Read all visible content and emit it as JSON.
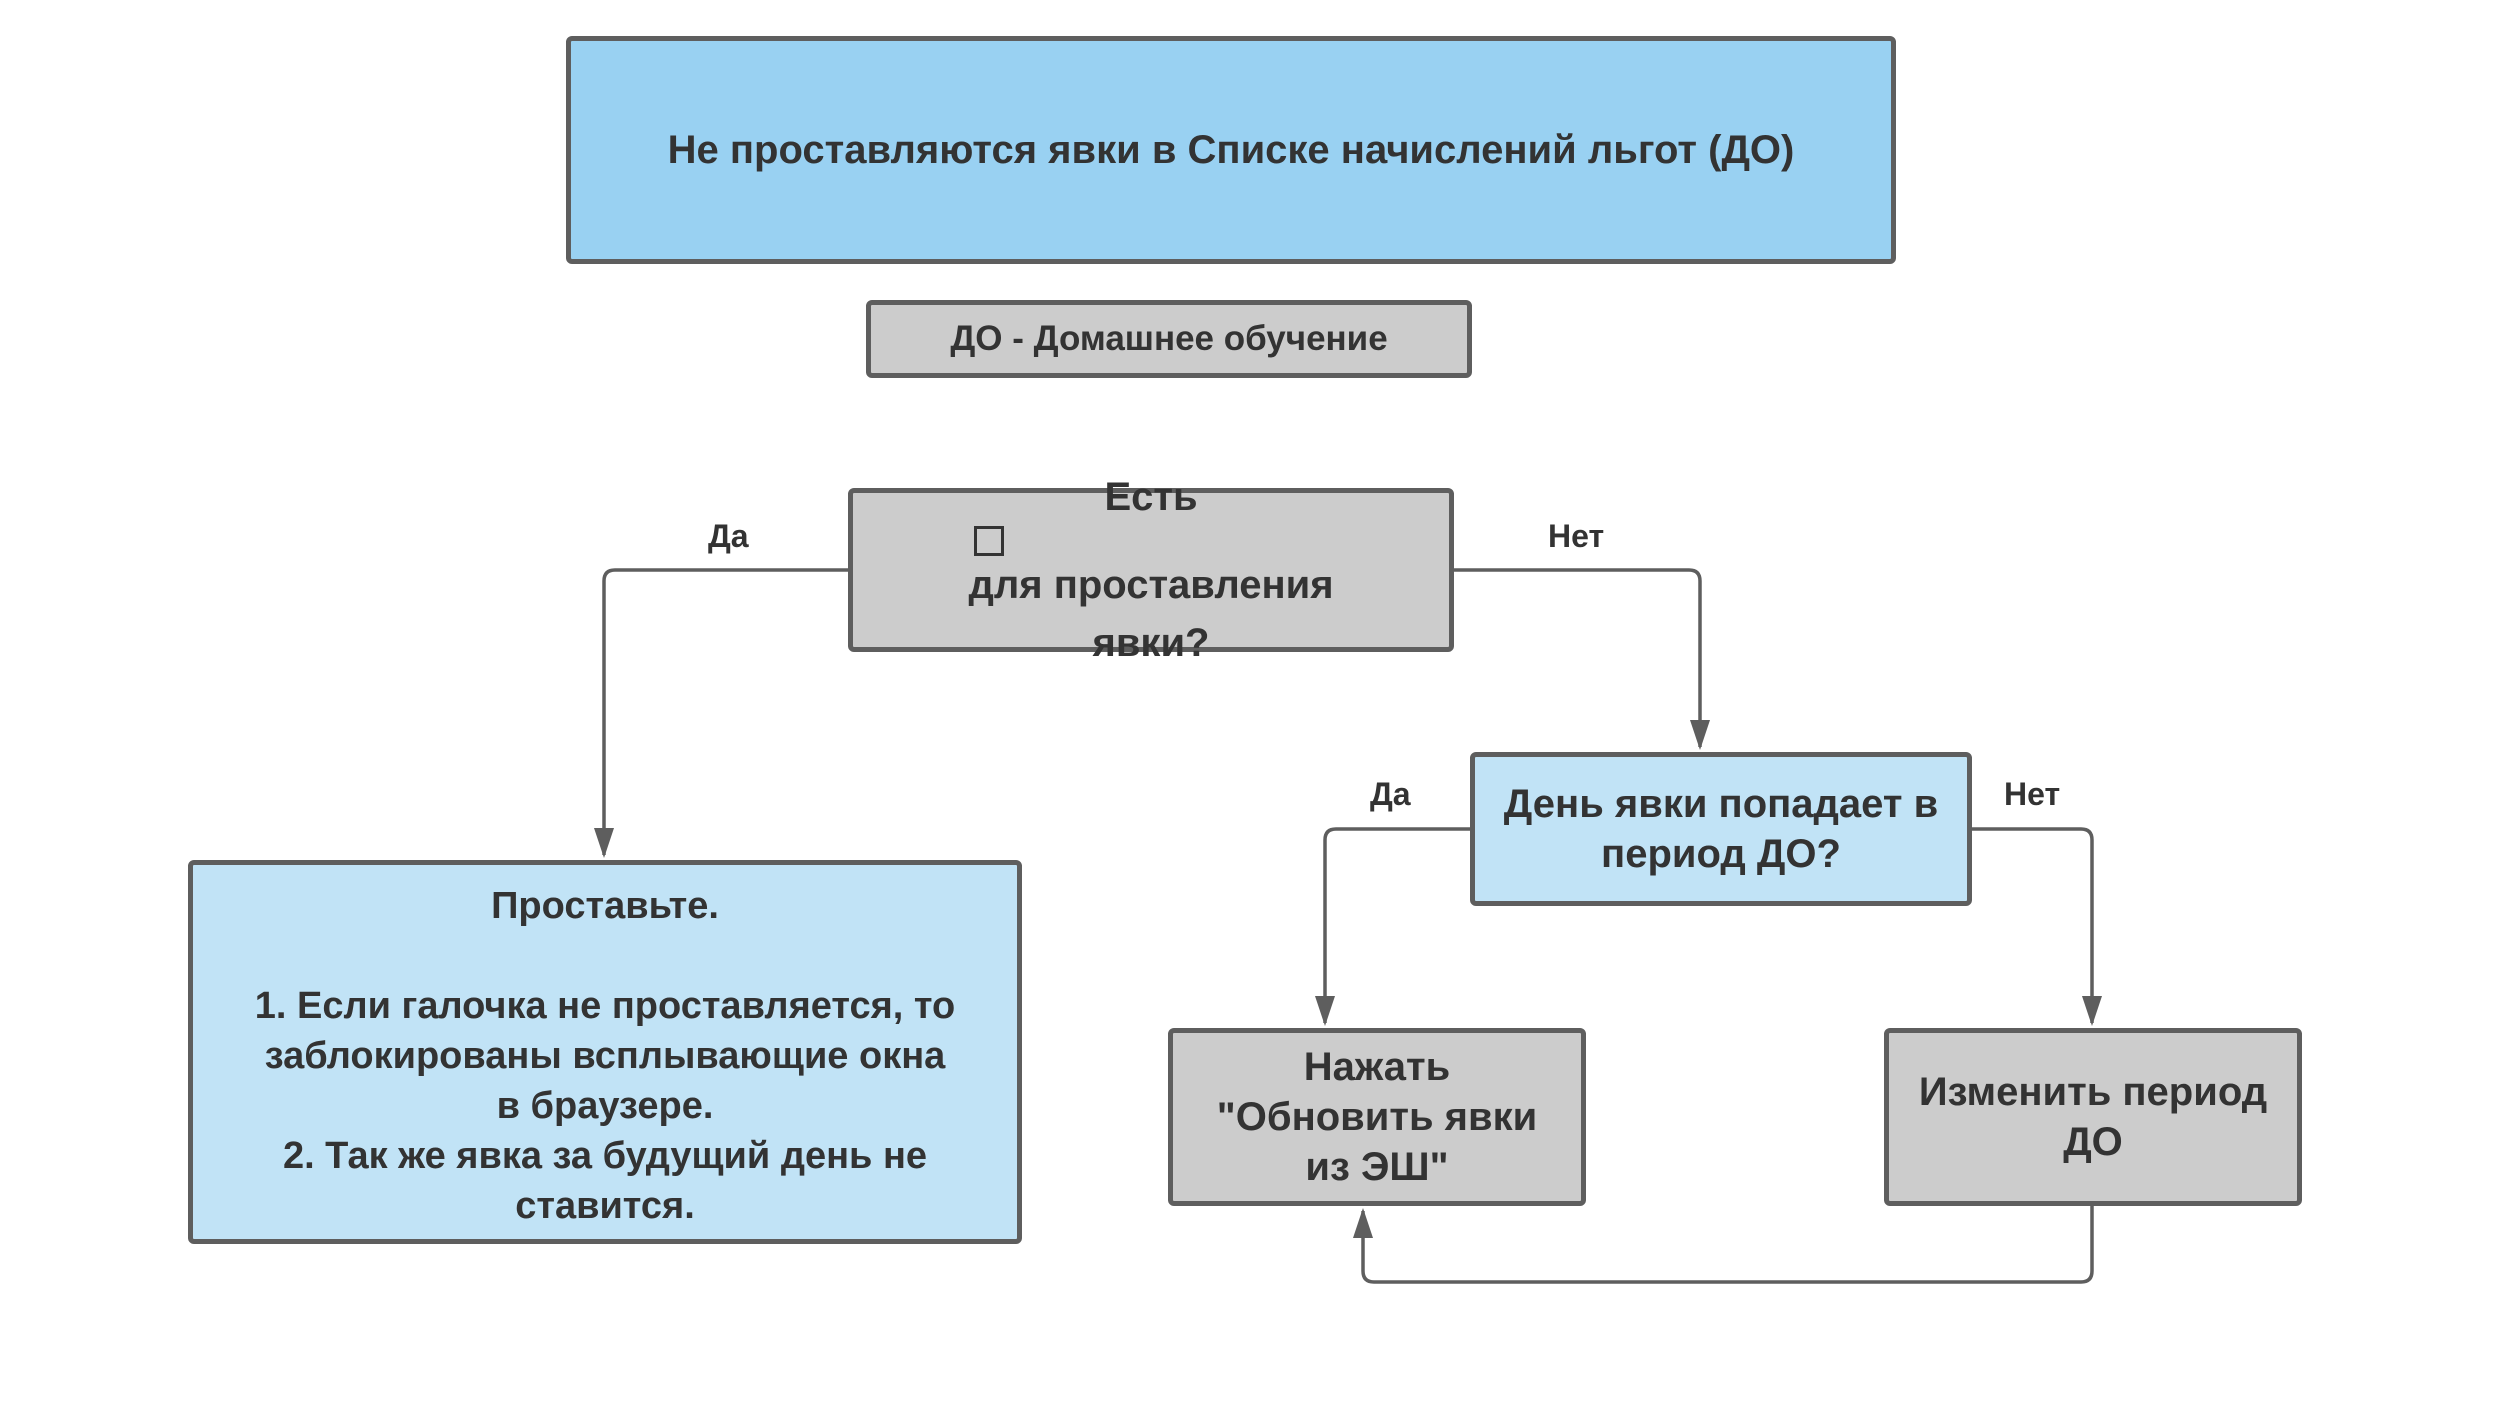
{
  "title": "Не проставляются явки в Списке начислений льгот (ДО)",
  "legend": "ДО - Домашнее обучение",
  "question_1": {
    "before_checkbox": "Есть",
    "after_checkbox": "для проставления",
    "line_2": "явки?"
  },
  "question_2": {
    "line_1": "День явки попадает в",
    "line_2": "период ДО?"
  },
  "result_1": {
    "heading": "Проставьте.",
    "lines": [
      "1. Если галочка не проставляется, то",
      "заблокированы всплывающие окна",
      "в браузере.",
      "2. Так же явка за будущий день не",
      "ставится."
    ]
  },
  "result_2": {
    "lines": [
      "Нажать",
      "\"Обновить явки",
      "из ЭШ\""
    ]
  },
  "result_3": {
    "lines": [
      "Изменить период",
      "ДО"
    ]
  },
  "edge_labels": {
    "q1_yes": "Да",
    "q1_no": "Нет",
    "q2_yes": "Да",
    "q2_no": "Нет"
  },
  "colors": {
    "title_fill": "#99d1f2",
    "light_blue_fill": "#c1e3f6",
    "gray_fill": "#cccccc",
    "border": "#5e5e5e",
    "text": "#333333"
  }
}
